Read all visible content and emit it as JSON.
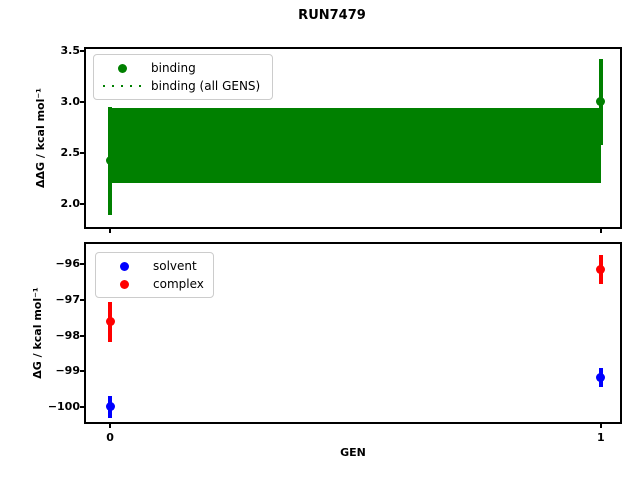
{
  "title": "RUN7479",
  "colors": {
    "binding_green": "#008000",
    "solvent_blue": "#0000ff",
    "complex_red": "#ff0000",
    "spine_black": "#000000",
    "legend_border": "#cccccc"
  },
  "chart_data": [
    {
      "type": "scatter",
      "subplot": "top",
      "ylabel": "ΔΔG / kcal mol⁻¹",
      "xlabel": "",
      "xlim": [
        -0.049,
        1.039
      ],
      "ylim": [
        1.77,
        3.52
      ],
      "grid": false,
      "yticks": [
        {
          "value": 3.5,
          "label": "3.5"
        },
        {
          "value": 3.0,
          "label": "3.0"
        },
        {
          "value": 2.5,
          "label": "2.5"
        },
        {
          "value": 2.0,
          "label": "2.0"
        }
      ],
      "xticks": [
        {
          "value": 0,
          "label": "0"
        },
        {
          "value": 1,
          "label": "1"
        }
      ],
      "show_xtick_labels": false,
      "band": {
        "name": "binding (all GENS)",
        "color": "#008000",
        "lo": 2.2,
        "hi": 2.94,
        "x_from": 0,
        "x_to": 1
      },
      "series": [
        {
          "name": "binding",
          "color": "#008000",
          "x": [
            0,
            1
          ],
          "y": [
            2.42,
            3.0
          ],
          "yerr": [
            0.53,
            0.42
          ]
        }
      ],
      "legend": [
        {
          "label": "binding",
          "marker": "dot",
          "color": "#008000"
        },
        {
          "label": "binding (all GENS)",
          "marker": "dotted-line",
          "color": "#008000"
        }
      ],
      "legend_position": "upper left"
    },
    {
      "type": "scatter",
      "subplot": "bottom",
      "ylabel": "ΔG / kcal mol⁻¹",
      "xlabel": "GEN",
      "xlim": [
        -0.049,
        1.039
      ],
      "ylim": [
        -100.42,
        -95.44
      ],
      "grid": false,
      "yticks": [
        {
          "value": -96,
          "label": "−96"
        },
        {
          "value": -97,
          "label": "−97"
        },
        {
          "value": -98,
          "label": "−98"
        },
        {
          "value": -99,
          "label": "−99"
        },
        {
          "value": -100,
          "label": "−100"
        }
      ],
      "xticks": [
        {
          "value": 0,
          "label": "0"
        },
        {
          "value": 1,
          "label": "1"
        }
      ],
      "show_xtick_labels": true,
      "series": [
        {
          "name": "solvent",
          "color": "#0000ff",
          "x": [
            0,
            1
          ],
          "y": [
            -100.0,
            -99.18
          ],
          "yerr": [
            0.3,
            0.27
          ]
        },
        {
          "name": "complex",
          "color": "#ff0000",
          "x": [
            0,
            1
          ],
          "y": [
            -97.62,
            -96.15
          ],
          "yerr": [
            0.55,
            0.4
          ]
        }
      ],
      "legend": [
        {
          "label": "solvent",
          "marker": "dot",
          "color": "#0000ff"
        },
        {
          "label": "complex",
          "marker": "dot",
          "color": "#ff0000"
        }
      ],
      "legend_position": "upper left"
    }
  ]
}
